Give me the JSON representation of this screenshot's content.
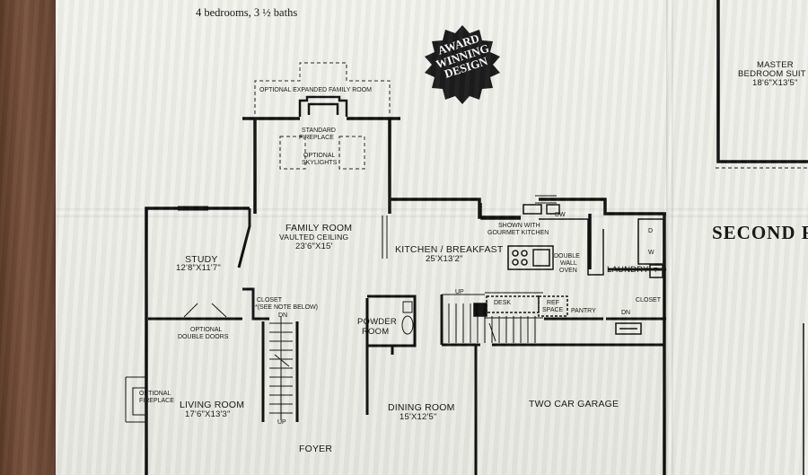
{
  "header": {
    "bed_bath": "4 bedrooms, 3 ½ baths"
  },
  "badge": {
    "line1": "AWARD",
    "line2": "WINNING",
    "line3": "DESIGN"
  },
  "second_floor_heading": "SECOND F",
  "rooms": {
    "optional_expanded_family_room": "OPTIONAL EXPANDED FAMILY ROOM",
    "standard_fireplace_1": "STANDARD",
    "standard_fireplace_2": "FIREPLACE",
    "optional_skylights_1": "OPTIONAL",
    "optional_skylights_2": "SKYLIGHTS",
    "family_room": "FAMILY ROOM",
    "family_room_ceiling": "VAULTED CEILING",
    "family_room_dims": "23'6\"X15'",
    "study": "STUDY",
    "study_dims": "12'8\"X11'7\"",
    "closet_main": "CLOSET",
    "closet_note": "*(SEE NOTE BELOW)",
    "dn_stairs": "DN",
    "up_stairs": "UP",
    "optional_double_doors_1": "OPTIONAL",
    "optional_double_doors_2": "DOUBLE DOORS",
    "living_room": "LIVING ROOM",
    "living_room_dims": "17'6\"X13'3\"",
    "optional_fireplace_1": "OPTIONAL",
    "optional_fireplace_2": "FIREPLACE",
    "powder_room_1": "POWDER",
    "powder_room_2": "ROOM",
    "kitchen": "KITCHEN / BREAKFAST",
    "kitchen_dims": "25'X13'2\"",
    "gourmet_1": "SHOWN WITH",
    "gourmet_2": "GOURMET KITCHEN",
    "dw": "DW",
    "double_wall_oven_1": "DOUBLE",
    "double_wall_oven_2": "WALL",
    "double_wall_oven_3": "OVEN",
    "laundry": "LAUNDRY",
    "d": "D",
    "w": "W",
    "t": "T",
    "closet_laundry": "CLOSET",
    "up_kitchen": "UP",
    "desk": "DESK",
    "ref_1": "REF",
    "ref_2": "SPACE",
    "pantry": "PANTRY",
    "dn_garage": "DN",
    "dining_room": "DINING ROOM",
    "dining_room_dims": "15'X12'5\"",
    "garage": "TWO CAR GARAGE",
    "foyer": "FOYER",
    "master_1": "MASTER",
    "master_2": "BEDROOM SUIT",
    "master_dims": "18'6\"X13'5\""
  },
  "colors": {
    "paper": "#efefe9",
    "ink": "#111111",
    "badge": "#1c1c1c",
    "wood": "#6b4632"
  }
}
